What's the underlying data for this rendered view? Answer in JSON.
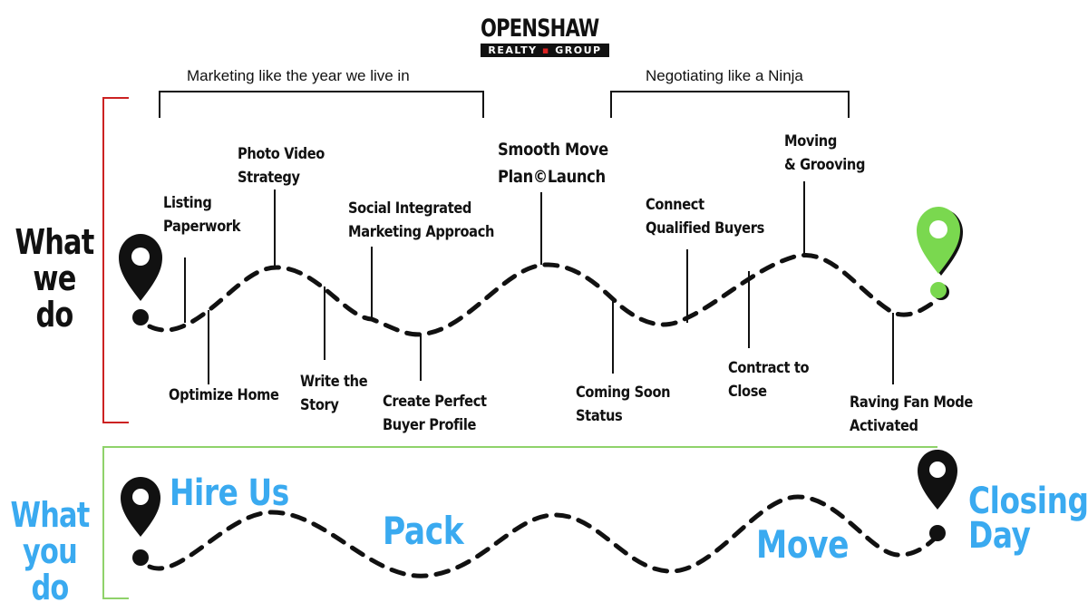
{
  "brand": {
    "name": "OPENSHAW",
    "sub_left": "REALTY",
    "sub_right": "GROUP",
    "accent": "#cc2222"
  },
  "brackets": {
    "marketing": "Marketing like the year we live in",
    "negotiating": "Negotiating like a Ninja"
  },
  "what_we_do": {
    "title": "What\nwe do",
    "steps_above": [
      "Listing\nPaperwork",
      "Photo Video\nStrategy",
      "Social Integrated\nMarketing Approach",
      "Smooth Move\nPlan©Launch",
      "Connect\nQualified Buyers",
      "Moving\n& Grooving"
    ],
    "steps_below": [
      "Optimize Home",
      "Write the\nStory",
      "Create Perfect\nBuyer Profile",
      "Coming Soon\nStatus",
      "Contract to\nClose",
      "Raving Fan Mode\nActivated"
    ]
  },
  "what_you_do": {
    "title": "What\nyou do",
    "hire": "Hire Us",
    "pack": "Pack",
    "move": "Move",
    "closing": "Closing\nDay"
  },
  "colors": {
    "black": "#111111",
    "green_pin": "#7ad84f",
    "blue_text": "#3aaaf0",
    "red_bracket": "#cc2222",
    "green_bracket": "#8fd26a"
  },
  "icons": {
    "start_pin": "map-pin-icon",
    "end_pin": "map-pin-icon"
  }
}
